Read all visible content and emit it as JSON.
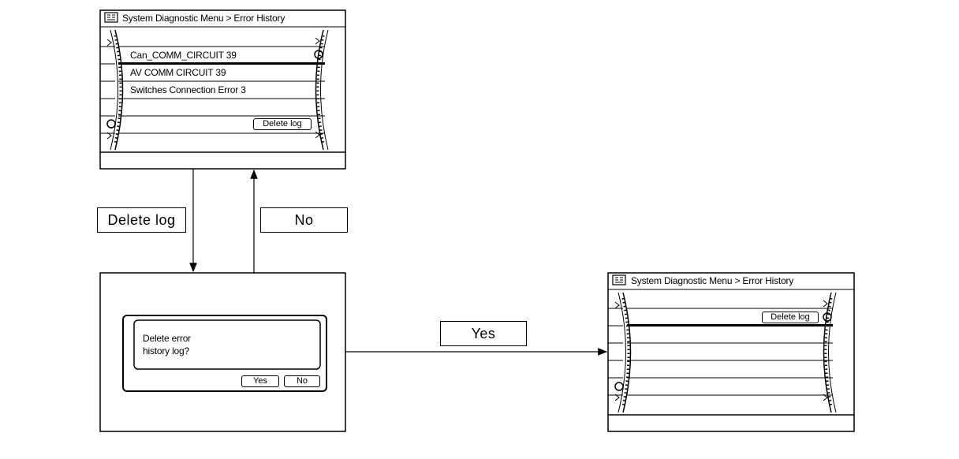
{
  "screen1": {
    "title": "System Diagnostic Menu > Error History",
    "items": [
      "Can_COMM_CIRCUIT 39",
      "AV COMM CIRCUIT 39",
      "Switches Connection Error 3"
    ],
    "button": "Delete log"
  },
  "dialog": {
    "message_line1": "Delete error",
    "message_line2": "history log?",
    "yes": "Yes",
    "no": "No"
  },
  "screen3": {
    "title": "System Diagnostic Menu > Error History",
    "button": "Delete log"
  },
  "transitions": {
    "delete_log": "Delete log",
    "no": "No",
    "yes": "Yes"
  }
}
